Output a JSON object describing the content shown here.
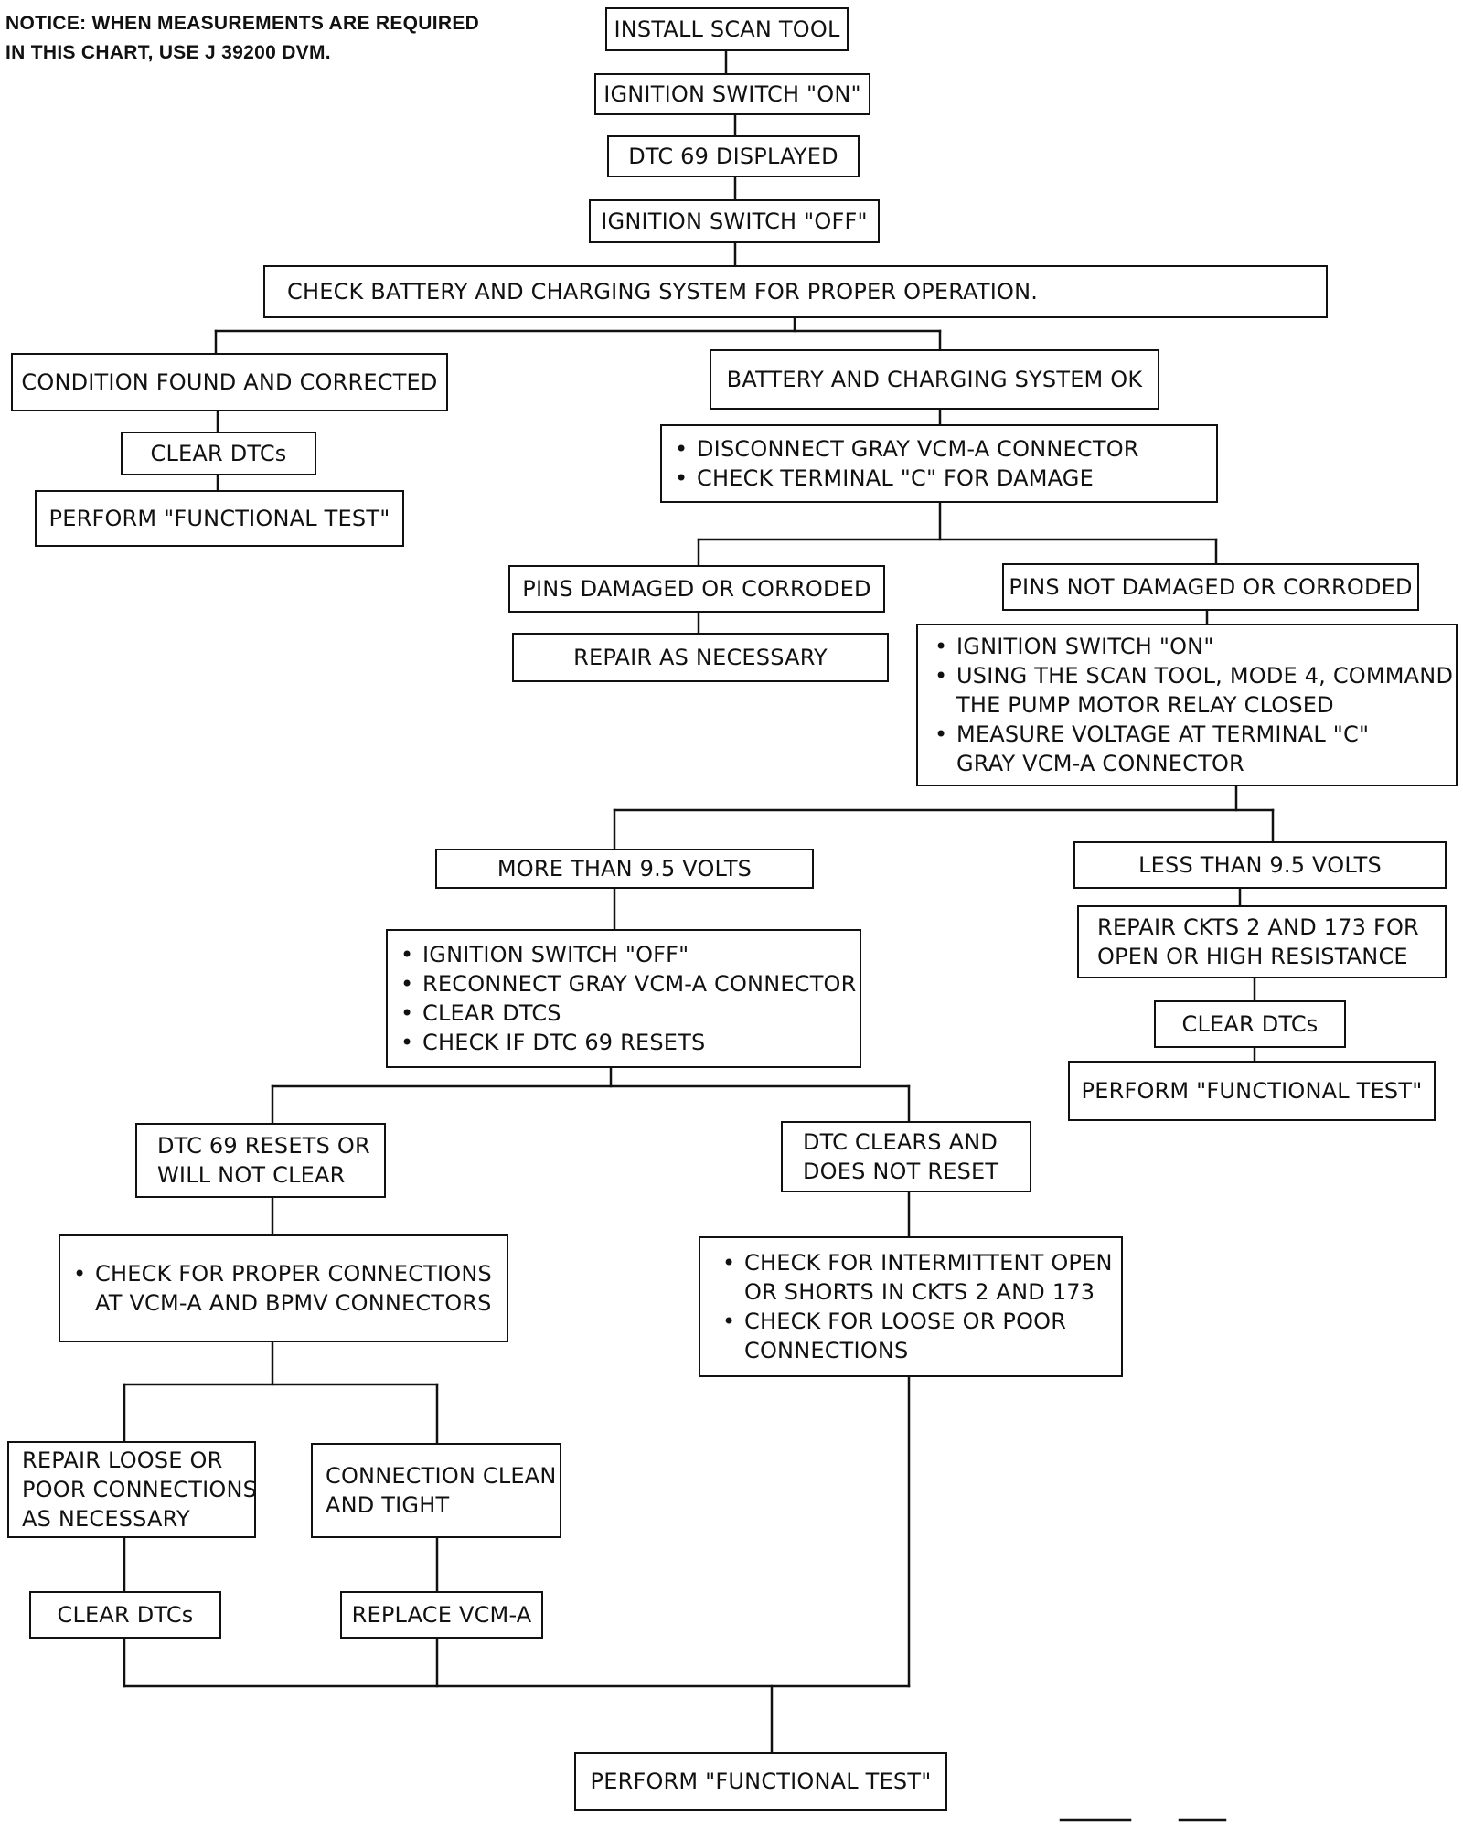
{
  "notice": [
    "NOTICE: WHEN MEASUREMENTS ARE REQUIRED",
    "IN THIS CHART, USE J 39200 DVM."
  ],
  "steps": {
    "install_scan_tool": "INSTALL SCAN TOOL",
    "ignition_on": "IGNITION SWITCH \"ON\"",
    "dtc69_displayed": "DTC 69 DISPLAYED",
    "ignition_off": "IGNITION SWITCH \"OFF\"",
    "check_battery": "CHECK BATTERY AND CHARGING SYSTEM FOR PROPER OPERATION.",
    "condition_corrected": "CONDITION FOUND AND CORRECTED",
    "clear_dtcs_1": "CLEAR DTCs",
    "functional_test_1": "PERFORM \"FUNCTIONAL TEST\"",
    "battery_ok": "BATTERY AND CHARGING SYSTEM OK",
    "disconnect_check": [
      "DISCONNECT GRAY VCM-A CONNECTOR",
      "CHECK TERMINAL \"C\" FOR DAMAGE"
    ],
    "pins_damaged": "PINS DAMAGED OR CORRODED",
    "repair_necessary": "REPAIR AS NECESSARY",
    "pins_not_damaged": "PINS NOT DAMAGED OR CORRODED",
    "measure_voltage": [
      "IGNITION SWITCH \"ON\"",
      "USING THE SCAN TOOL, MODE 4, COMMAND",
      "THE PUMP MOTOR RELAY CLOSED",
      "MEASURE VOLTAGE AT TERMINAL \"C\"",
      "GRAY VCM-A CONNECTOR"
    ],
    "more_than": "MORE THAN 9.5 VOLTS",
    "less_than": "LESS THAN 9.5 VOLTS",
    "repair_ckts": [
      "REPAIR CKTS 2 AND 173 FOR",
      "OPEN OR HIGH RESISTANCE"
    ],
    "clear_dtcs_2": "CLEAR DTCs",
    "functional_test_2": "PERFORM \"FUNCTIONAL TEST\"",
    "reconnect_checks": [
      "IGNITION SWITCH \"OFF\"",
      "RECONNECT GRAY VCM-A CONNECTOR",
      "CLEAR DTCS",
      "CHECK IF DTC 69 RESETS"
    ],
    "dtc_resets": [
      "DTC 69 RESETS OR",
      "WILL NOT CLEAR"
    ],
    "dtc_clears": [
      "DTC CLEARS AND",
      "DOES NOT RESET"
    ],
    "check_connections": [
      "CHECK FOR PROPER CONNECTIONS",
      "AT VCM-A AND BPMV CONNECTORS"
    ],
    "check_intermittent": [
      "CHECK FOR INTERMITTENT OPEN",
      "OR SHORTS IN CKTS 2 AND 173",
      "CHECK FOR LOOSE OR POOR",
      "CONNECTIONS"
    ],
    "repair_loose": [
      "REPAIR LOOSE OR",
      "POOR CONNECTIONS",
      "AS NECESSARY"
    ],
    "connection_clean": [
      "CONNECTION CLEAN",
      "AND TIGHT"
    ],
    "clear_dtcs_3": "CLEAR DTCs",
    "replace_vcm": "REPLACE VCM-A",
    "functional_test_final": "PERFORM \"FUNCTIONAL TEST\""
  }
}
